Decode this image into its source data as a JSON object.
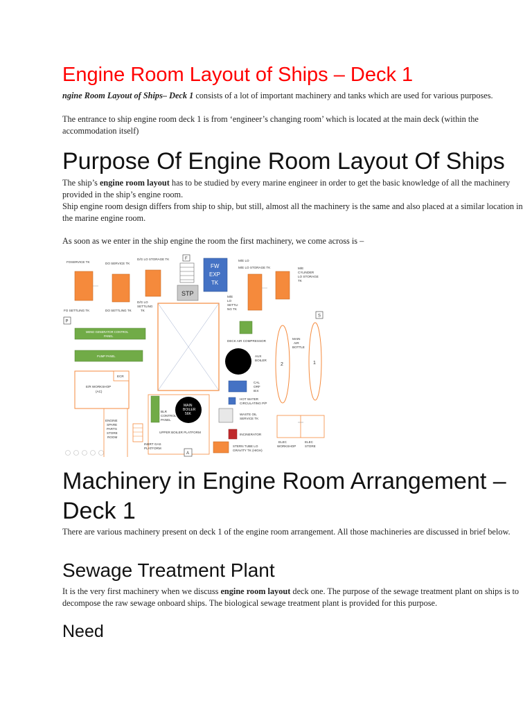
{
  "title": "Engine Room Layout of Ships – Deck 1",
  "intro": {
    "line1_em": "ngine Room Layout of Ships– Deck 1",
    "line1_rest": " consists of a lot of important machinery and tanks which are used for various purposes.",
    "line2": "The entrance to ship engine room deck 1 is from ‘engineer’s changing room’ which is located at the main deck (within the accommodation itself)"
  },
  "section_purpose": {
    "heading": "Purpose Of Engine Room Layout Of Ships",
    "p1_pre": "The ship’s ",
    "p1_bold": "engine room layout",
    "p1_post": " has to be studied by every marine engineer in order to get the basic knowledge of all the machinery provided in the ship’s engine room.",
    "p2": "Ship engine room design differs from ship to ship, but still, almost all the machinery is the same and also placed at a similar location in the marine engine room.",
    "p3": "As soon as we enter in the ship engine the room the first machinery, we come across is –"
  },
  "diagram_labels": {
    "fo_service_tk": "FOSERVICE TK",
    "do_service_tk": "DO SERVICE TK",
    "dg_lo_storage_tk": "D/G LO STORAGE TK",
    "f_marker": "F",
    "fw_exp_tk": [
      "FW",
      "EXP",
      "TK"
    ],
    "me_lo_storage_tk": "M/E LO STORAGE TK",
    "me_cyl_lo_storage_tk": [
      "M/E",
      "CYLINDER",
      "LO STORAGE",
      "TK"
    ],
    "fo_settling_tk": "FO SETTLING TK",
    "do_settling_tk": "DO SETTLING TK",
    "dg_lo_settling_tk": [
      "D/G LO",
      "SETTLING",
      "TK"
    ],
    "stp": "STP",
    "me_lo_settling_tk": [
      "M/E",
      "LO",
      "SETTLI",
      "NG TK"
    ],
    "p_marker": "P",
    "s_marker": "S",
    "gen_control_panel": [
      "MEND GENERATOR CONTROL",
      "PANEL"
    ],
    "pump_panel": "PUMP PANEL",
    "deck_air_compressor": "DECK AIR COMPRESSOR",
    "main_air_bottle": [
      "MAIN",
      "AIR",
      "BOTTLE"
    ],
    "bottle_2": "2",
    "bottle_1": "1",
    "aux_boiler": [
      "AUX",
      "BOILER"
    ],
    "ecr": "ECR",
    "er_workshop": [
      "E/R WORKSHOP",
      "(AC)"
    ],
    "cal_orf_iex": [
      "CAL",
      "ORF",
      "IEX"
    ],
    "hot_water_pp": [
      "HOT WATER",
      "CIRCULATING P/P"
    ],
    "main_boiler": [
      "MAIN",
      "BOILER",
      "56K"
    ],
    "blr_control_panel": [
      "BLR",
      "CONTROL",
      "PANEL"
    ],
    "waste_oil_tk": [
      "WASTE OIL",
      "SERVICE TK"
    ],
    "engine_spare_room": [
      "ENGINE",
      "SPARE",
      "PARTS",
      "STORE",
      "ROOM"
    ],
    "upper_boiler_platform": "UPPER BOILER PLATFORM",
    "incinerator": "INCINERATOR",
    "inert_gas_platform": [
      "INERT GAS",
      "PLATFORM"
    ],
    "stern_tube_tk": [
      "STERN TUBE LO",
      "GRAVITY TK (HIGH)"
    ],
    "elec_workshop": [
      "ELEC",
      "WORKSHOP"
    ],
    "elec_store": [
      "ELEC",
      "STORE"
    ],
    "a_marker": "A"
  },
  "section_machinery": {
    "heading_line1": "Machinery in Engine Room Arrangement –",
    "heading_line2": "Deck 1",
    "p1": "There are various machinery present on deck 1 of the engine room arrangement. All those machineries are discussed in brief below."
  },
  "section_stp": {
    "heading": "Sewage Treatment Plant",
    "p1_pre": "It is the very first machinery when we discuss ",
    "p1_bold": "engine room layout",
    "p1_post": " deck one. The purpose of the sewage treatment plant on ships is to decompose the raw sewage onboard ships. The biological sewage treatment plant is provided for this purpose."
  },
  "section_need": {
    "heading": "Need"
  },
  "colors": {
    "title_red": "#ff0000",
    "tank_orange": "#f58a3c",
    "panel_green": "#71ab47",
    "fw_blue": "#4472c4",
    "incinerator_red": "#c0292b"
  }
}
